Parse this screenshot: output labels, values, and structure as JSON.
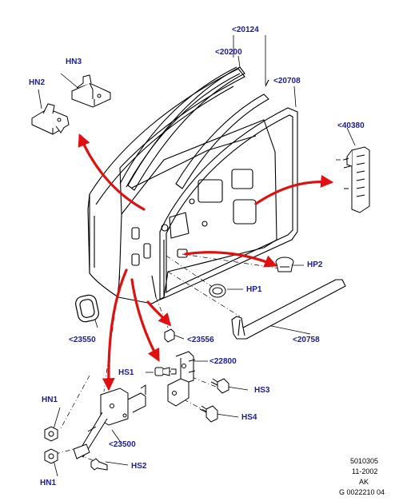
{
  "labels": {
    "p20124": "<20124",
    "p20200": "<20200",
    "p20708": "<20708",
    "p40380": "<40380",
    "hn3": "HN3",
    "hn2": "HN2",
    "hp2": "HP2",
    "hp1": "HP1",
    "p23550": "<23550",
    "p23556": "<23556",
    "p20758": "<20758",
    "p22800": "<22800",
    "hs1": "HS1",
    "hs3": "HS3",
    "hs4": "HS4",
    "hn1_top": "HN1",
    "p23500": "<23500",
    "hs2": "HS2",
    "hn1_bottom": "HN1"
  },
  "meta": {
    "code": "5010305",
    "date": "11-2002",
    "author": "AK",
    "ref": "G 0022210 04"
  },
  "colors": {
    "label": "#1a1aa8",
    "arrow": "#e01010",
    "line": "#000000"
  }
}
